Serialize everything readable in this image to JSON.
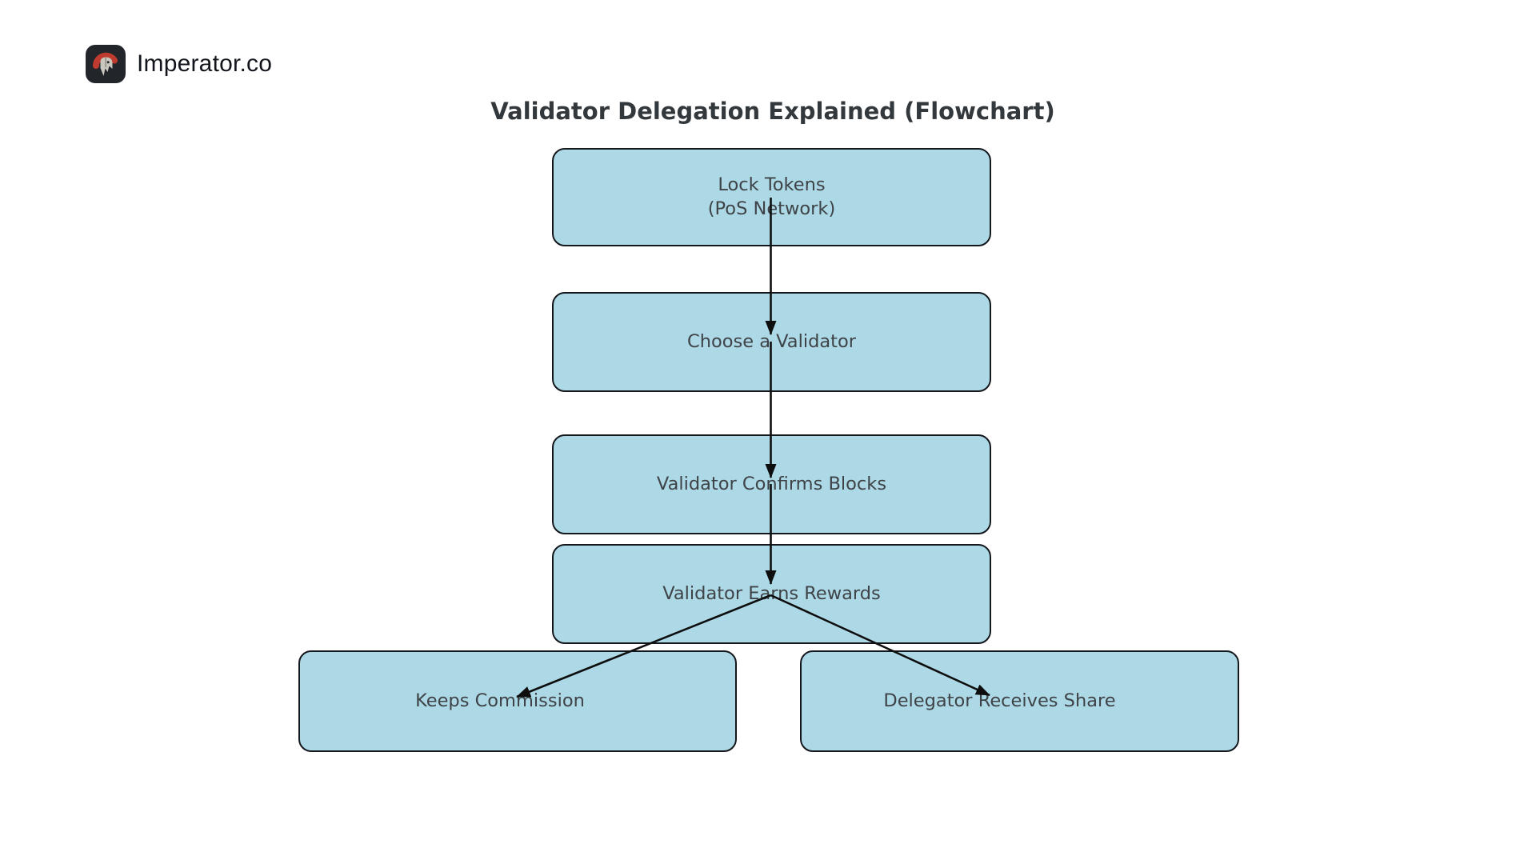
{
  "brand": {
    "name": "Imperator.co",
    "icon": "spartan-helmet-icon",
    "icon_bg_color": "#22262b",
    "icon_crest_color": "#c0392b",
    "icon_helmet_color": "#c9c7be"
  },
  "flowchart": {
    "title": "Validator Delegation Explained (Flowchart)",
    "type": "flowchart",
    "colors": {
      "node_fill": "#ADD8E6",
      "node_border": "#14171b",
      "node_text": "#3e4347",
      "arrow": "#0e0e0e",
      "title_text": "#33383d",
      "background": "#ffffff"
    },
    "nodes": [
      {
        "id": "lock-tokens",
        "line1": "Lock Tokens",
        "line2": "(PoS Network)"
      },
      {
        "id": "choose-validator",
        "label": "Choose a Validator"
      },
      {
        "id": "validator-confirms-blocks",
        "label": "Validator Confirms Blocks"
      },
      {
        "id": "validator-earns-rewards",
        "label": "Validator Earns Rewards"
      },
      {
        "id": "keeps-commission",
        "label": "Keeps Commission"
      },
      {
        "id": "delegator-receives-share",
        "label": "Delegator Receives Share"
      }
    ],
    "edges": [
      {
        "from": "lock-tokens",
        "to": "choose-validator"
      },
      {
        "from": "choose-validator",
        "to": "validator-confirms-blocks"
      },
      {
        "from": "validator-confirms-blocks",
        "to": "validator-earns-rewards"
      },
      {
        "from": "validator-earns-rewards",
        "to": "keeps-commission"
      },
      {
        "from": "validator-earns-rewards",
        "to": "delegator-receives-share"
      }
    ]
  }
}
